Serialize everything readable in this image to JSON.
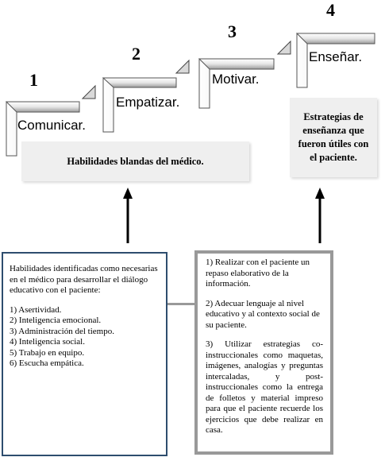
{
  "steps": [
    {
      "number": "1",
      "label": "Comunicar."
    },
    {
      "number": "2",
      "label": "Empatizar."
    },
    {
      "number": "3",
      "label": "Motivar."
    },
    {
      "number": "4",
      "label": "Enseñar."
    }
  ],
  "center_box": {
    "text": "Habilidades blandas del médico."
  },
  "right_box": {
    "text": "Estrategias de enseñanza que fueron útiles con el paciente."
  },
  "left_panel": {
    "intro": "Habilidades identificadas como necesarias en el médico para desarrollar el diálogo educativo con el paciente:",
    "items": [
      "1) Asertividad.",
      "2) Inteligencia emocional.",
      "3) Administración del tiempo.",
      "4) Inteligencia social.",
      "5) Trabajo en equipo.",
      "6) Escucha empática."
    ]
  },
  "right_panel": {
    "items": [
      "1)  Realizar con el paciente un repaso elaborativo de la información.",
      "2) Adecuar lenguaje al nivel educativo y al contexto social de su paciente.",
      "3)  Utilizar  estrategias  co-instruccionales como  maquetas, imágenes, analogías  y  preguntas intercaladas,  y  post-instruccionales como  la  entrega  de folletos y material impreso para que el paciente recuerde los ejercicios que debe realizar en casa."
    ]
  },
  "colors": {
    "step_stroke": "#444444",
    "step_fill": "#d9d9d9",
    "left_border": "#2e4d6e",
    "right_border": "#999999",
    "box_fill": "#efefef"
  }
}
